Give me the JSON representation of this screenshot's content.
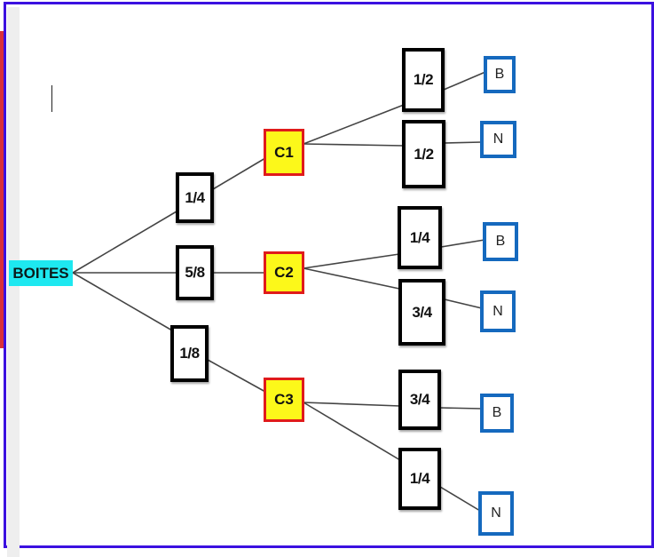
{
  "diagram": {
    "type": "probability-tree",
    "root": {
      "label": "BOITES"
    },
    "level1": [
      {
        "id": "c1",
        "prob": "1/4",
        "box": "C1"
      },
      {
        "id": "c2",
        "prob": "5/8",
        "box": "C2"
      },
      {
        "id": "c3",
        "prob": "1/8",
        "box": "C3"
      }
    ],
    "level2": [
      {
        "parent": "c1",
        "prob": "1/2",
        "outcome": "B"
      },
      {
        "parent": "c1",
        "prob": "1/2",
        "outcome": "N"
      },
      {
        "parent": "c2",
        "prob": "1/4",
        "outcome": "B"
      },
      {
        "parent": "c2",
        "prob": "3/4",
        "outcome": "N"
      },
      {
        "parent": "c3",
        "prob": "3/4",
        "outcome": "B"
      },
      {
        "parent": "c3",
        "prob": "1/4",
        "outcome": "N"
      }
    ]
  },
  "colors": {
    "frame": "#3b10e0",
    "root_fill": "#1ee8f0",
    "box_fill": "#fcf81a",
    "box_border": "#e01b1b",
    "leaf_border": "#1569be",
    "prob_border": "#000000"
  }
}
